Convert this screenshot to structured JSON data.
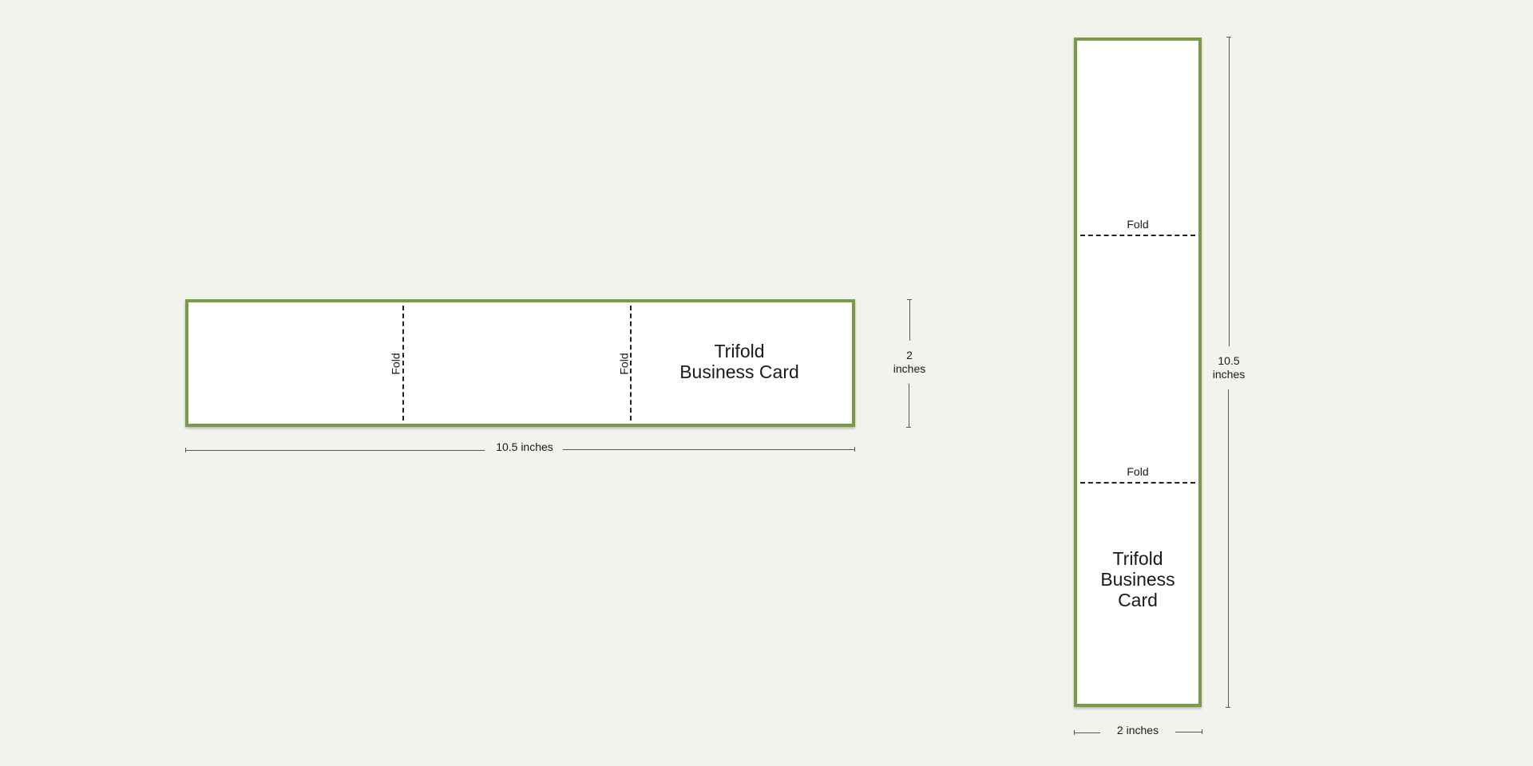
{
  "horizontal_card": {
    "fold_label_1": "Fold",
    "fold_label_2": "Fold",
    "title": "Trifold\nBusiness Card",
    "width_label": "10.5 inches",
    "height_label": "2\ninches"
  },
  "vertical_card": {
    "fold_label_1": "Fold",
    "fold_label_2": "Fold",
    "title": "Trifold\nBusiness\nCard",
    "height_label": "10.5\ninches",
    "width_label": "2 inches"
  },
  "colors": {
    "background": "#f3f3ee",
    "card_border": "#7a9a45",
    "card_fill": "#ffffff"
  }
}
